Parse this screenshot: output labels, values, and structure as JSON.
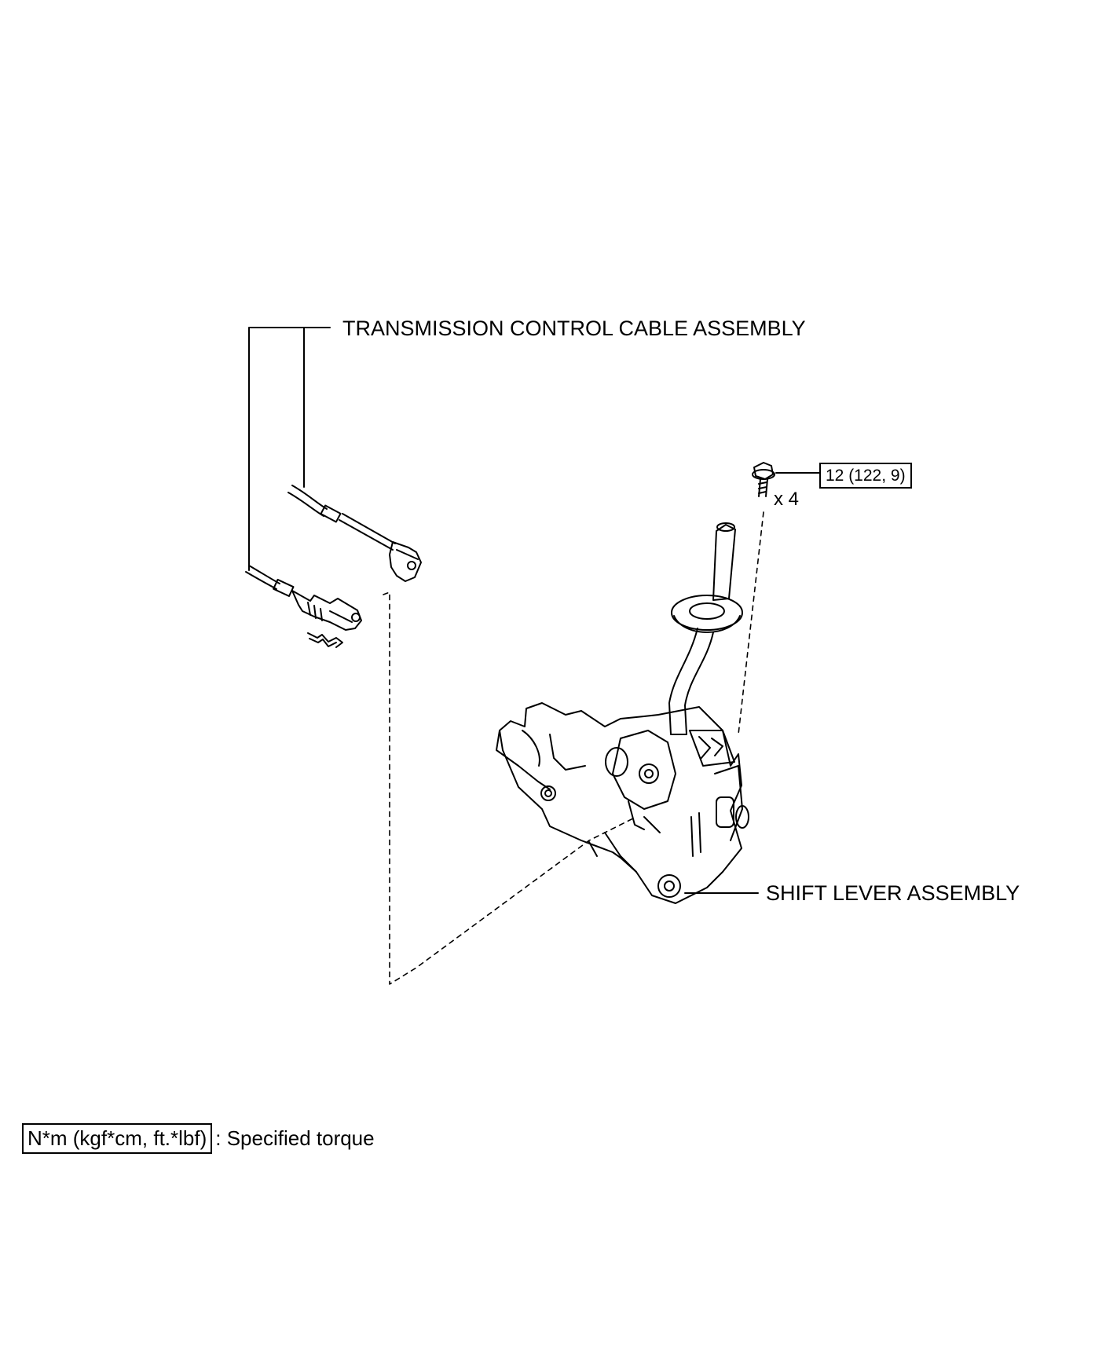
{
  "labels": {
    "cable": "TRANSMISSION CONTROL CABLE ASSEMBLY",
    "shift_lever": "SHIFT LEVER ASSEMBLY",
    "torque": "12 (122, 9)",
    "bolt_qty": "x 4"
  },
  "legend": {
    "unit": "N*m (kgf*cm, ft.*lbf)",
    "text": ": Specified torque"
  },
  "icons": [
    "bolt-icon",
    "clip-icon"
  ]
}
